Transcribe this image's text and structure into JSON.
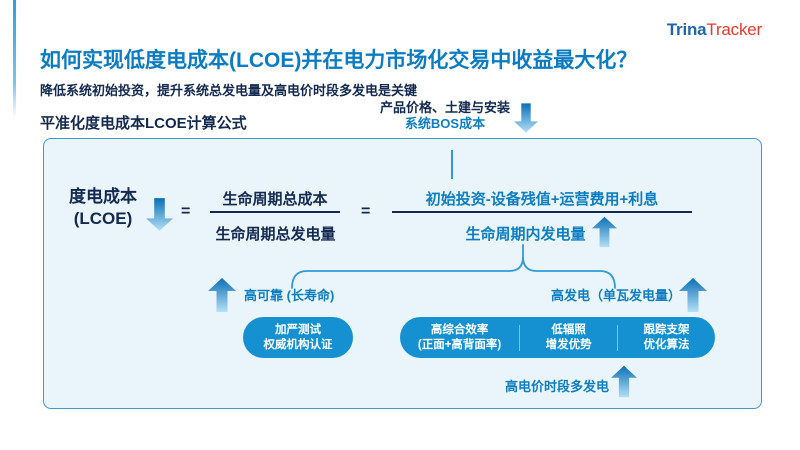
{
  "logo": {
    "part1": "Trina",
    "part2": "Tracker"
  },
  "header": {
    "title": "如何实现低度电成本(LCOE)并在电力市场化交易中收益最大化？",
    "subtitle": "降低系统初始投资，提升系统总发电量及高电价时段多发电是关键"
  },
  "section_label": "平准化度电成本LCOE计算公式",
  "annotation": {
    "line1": "产品价格、土建与安装",
    "line2": "系统BOS成本"
  },
  "formula": {
    "lhs_line1": "度电成本",
    "lhs_line2": "(LCOE)",
    "equals": "=",
    "fraction1": {
      "numerator": "生命周期总成本",
      "denominator": "生命周期总发电量"
    },
    "fraction2": {
      "numerator": "初始投资-设备残值+运营费用+利息",
      "denominator": "生命周期内发电量"
    }
  },
  "branches": {
    "left_label": "高可靠 (长寿命)",
    "right_label": "高发电（单瓦发电量）"
  },
  "pills": {
    "left": {
      "line1": "加严测试",
      "line2": "权威机构认证"
    },
    "right": [
      {
        "line1": "高综合效率",
        "line2": "(正面+高背面率)"
      },
      {
        "line1": "低辐照",
        "line2": "增发优势"
      },
      {
        "line1": "跟踪支架",
        "line2": "优化算法"
      }
    ]
  },
  "bottom_note": "高电价时段多发电",
  "colors": {
    "title_blue": "#0b7cc1",
    "navy": "#13294f",
    "text_blue": "#0e7ec1",
    "box_bg": "#e9f4fb",
    "box_border": "#3d9ad2",
    "pill_blue": "#1591d1",
    "logo_blue": "#2166ad",
    "logo_red": "#e23a2e",
    "arrow_dark": "#0a6fb6",
    "arrow_light": "#b4e0f7"
  }
}
